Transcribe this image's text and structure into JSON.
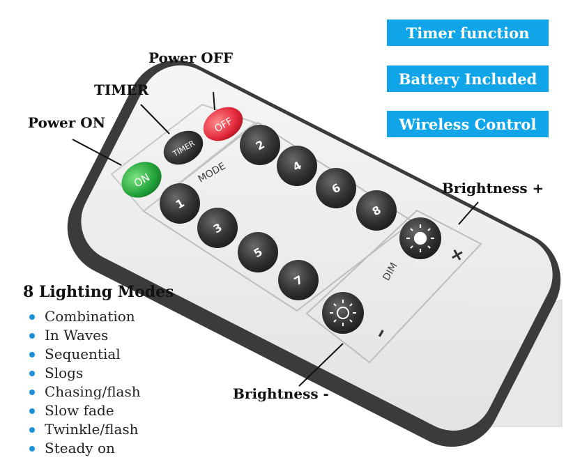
{
  "features": [
    "Timer function",
    "Battery Included",
    "Wireless Control"
  ],
  "callouts": {
    "power_off": "Power OFF",
    "timer": "TIMER",
    "power_on": "Power ON",
    "brightness_plus": "Brightness +",
    "brightness_minus": "Brightness -"
  },
  "remote": {
    "on_label": "ON",
    "off_label": "OFF",
    "timer_label": "TIMER",
    "mode_label": "MODE",
    "dim_label": "DIM",
    "plus_sign": "+",
    "minus_sign": "–",
    "mode_buttons": [
      "1",
      "2",
      "3",
      "4",
      "5",
      "6",
      "7",
      "8"
    ],
    "colors": {
      "on": "#2fae42",
      "off": "#e8323a",
      "button": "#2e2e2e",
      "shell": "#3a3a3a",
      "face": "#ededed"
    }
  },
  "modes": {
    "title": "8 Lighting Modes",
    "items": [
      "Combination",
      "In Waves",
      "Sequential",
      "Slogs",
      "Chasing/flash",
      "Slow fade",
      "Twinkle/flash",
      "Steady on"
    ]
  }
}
